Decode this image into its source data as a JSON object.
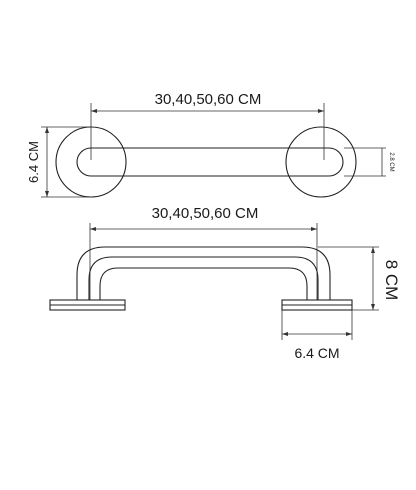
{
  "labels": {
    "top_length": "30,40,50,60 CM",
    "flange_diameter_top": "6.4 CM",
    "tube_diameter": "2.8 CM",
    "side_length": "30,40,50,60 CM",
    "height": "8 CM",
    "flange_diameter_side": "6.4 CM"
  },
  "colors": {
    "line": "#222222",
    "background": "#ffffff"
  }
}
